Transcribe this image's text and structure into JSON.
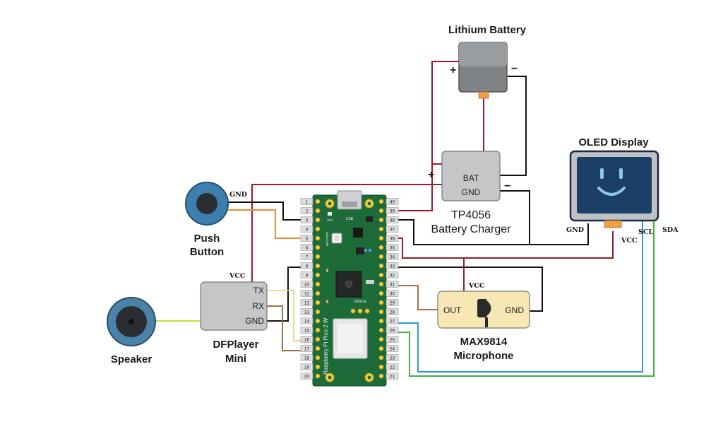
{
  "battery": {
    "title": "Lithium Battery",
    "plus": "+",
    "minus": "−"
  },
  "charger": {
    "bat": "BAT",
    "gnd": "GND",
    "plus": "+",
    "minus": "−",
    "title_line1": "TP4056",
    "title_line2": "Battery Charger"
  },
  "oled": {
    "title": "OLED Display",
    "gnd": "GND",
    "vcc": "VCC",
    "scl": "SCL",
    "sda": "SDA"
  },
  "button": {
    "title_line1": "Push",
    "title_line2": "Button",
    "gnd": "GND"
  },
  "speaker": {
    "title": "Speaker"
  },
  "dfplayer": {
    "tx": "TX",
    "rx": "RX",
    "gnd": "GND",
    "vcc": "VCC",
    "title_line1": "DFPlayer",
    "title_line2": "Mini"
  },
  "mic": {
    "out": "OUT",
    "gnd": "GND",
    "vcc": "VCC",
    "title_line1": "MAX9814",
    "title_line2": "Microphone"
  },
  "pico": {
    "board_name": "Raspberry Pi Pico 2 W",
    "usb": "USB",
    "led": "LED",
    "bootsel": "BOOTSEL",
    "debug": "DEBUG",
    "left_pins": [
      "1",
      "2",
      "3",
      "4",
      "5",
      "6",
      "7",
      "8",
      "9",
      "10",
      "11",
      "12",
      "13",
      "14",
      "15",
      "16",
      "17",
      "18",
      "19",
      "20"
    ],
    "right_pins": [
      "40",
      "39",
      "38",
      "37",
      "36",
      "35",
      "34",
      "33",
      "32",
      "31",
      "30",
      "29",
      "28",
      "27",
      "26",
      "25",
      "24",
      "23",
      "22",
      "21"
    ]
  },
  "colors": {
    "red": "#9b1b2a",
    "black": "#111111",
    "orange": "#f08a2a",
    "brown": "#a0704a",
    "yellow": "#ecd98a",
    "lime": "#c8dc3c",
    "blue": "#2a9ad8",
    "green": "#3cb43c",
    "board": "#1e6b3a",
    "module": "#c4c6c8",
    "mic_body": "#f6e7b4"
  }
}
